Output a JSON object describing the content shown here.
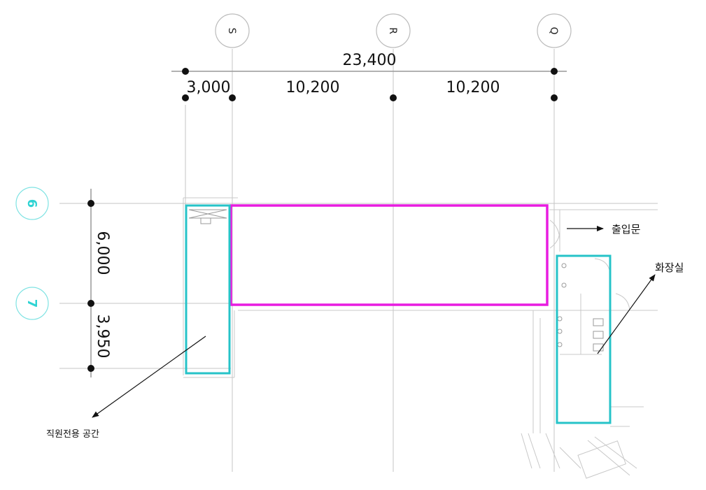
{
  "grid_columns": [
    {
      "id": "col-s",
      "label": "S"
    },
    {
      "id": "col-r",
      "label": "R"
    },
    {
      "id": "col-q",
      "label": "Q"
    }
  ],
  "grid_rows": [
    {
      "id": "row-6",
      "label": "6"
    },
    {
      "id": "row-7",
      "label": "7"
    }
  ],
  "dimensions": {
    "total_width": "23,400",
    "segment_1": "3,000",
    "segment_2": "10,200",
    "segment_3": "10,200",
    "vertical_1": "6,000",
    "vertical_2": "3,950"
  },
  "labels": {
    "entrance": "출입문",
    "restroom": "화장실",
    "staff_space": "직원전용 공간"
  },
  "colors": {
    "main_room": "#e81ce0",
    "zone": "#26c3c8",
    "grid_row": "#2fd3d3",
    "line": "#bbbbbb",
    "ink": "#111111"
  }
}
